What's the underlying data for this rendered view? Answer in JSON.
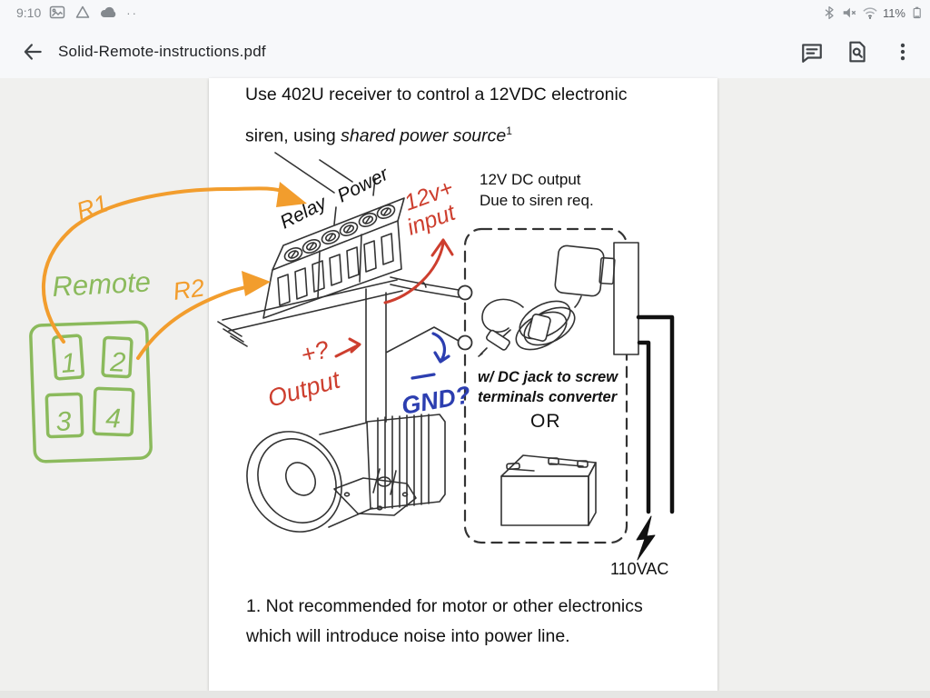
{
  "status_bar": {
    "time": "9:10",
    "battery_percent": "11%",
    "left_icons": [
      "image-icon",
      "drive-icon",
      "cloud-icon",
      "more-dots"
    ],
    "right_icons": [
      "bluetooth-icon",
      "volume-muted-icon",
      "wifi-icon",
      "battery-icon"
    ],
    "dots": "··"
  },
  "app_bar": {
    "title": "Solid-Remote-instructions.pdf",
    "actions": [
      "comments",
      "find-in-page",
      "overflow-menu"
    ]
  },
  "doc": {
    "heading_line1": "Use 402U receiver to control a 12VDC electronic",
    "heading_line2_prefix": "siren, using ",
    "heading_line2_italic": "shared power source",
    "heading_line2_sup": "1",
    "label_relay": "Relay",
    "label_power": "Power",
    "note_output_line1": "12V DC output",
    "note_output_line2": "Due to siren req.",
    "converter_line1": "w/ DC jack to screw",
    "converter_line2": "terminals converter",
    "or_label": "OR",
    "vac_label": "110VAC",
    "footnote_line1": "1. Not recommended for motor or other electronics",
    "footnote_line2": "which will introduce noise into power line."
  },
  "annotations": {
    "r1": "R1",
    "r2": "R2",
    "remote": "Remote",
    "buttons": [
      "1",
      "2",
      "3",
      "4"
    ],
    "twelve_v_line1": "12v+",
    "twelve_v_line2": "input",
    "plus_q": "+?",
    "output": "Output",
    "gnd": "GND?"
  },
  "colors": {
    "green": "#8bba5c",
    "orange": "#f29d2d",
    "red": "#cd3e2e",
    "blue": "#2c3eb0"
  }
}
